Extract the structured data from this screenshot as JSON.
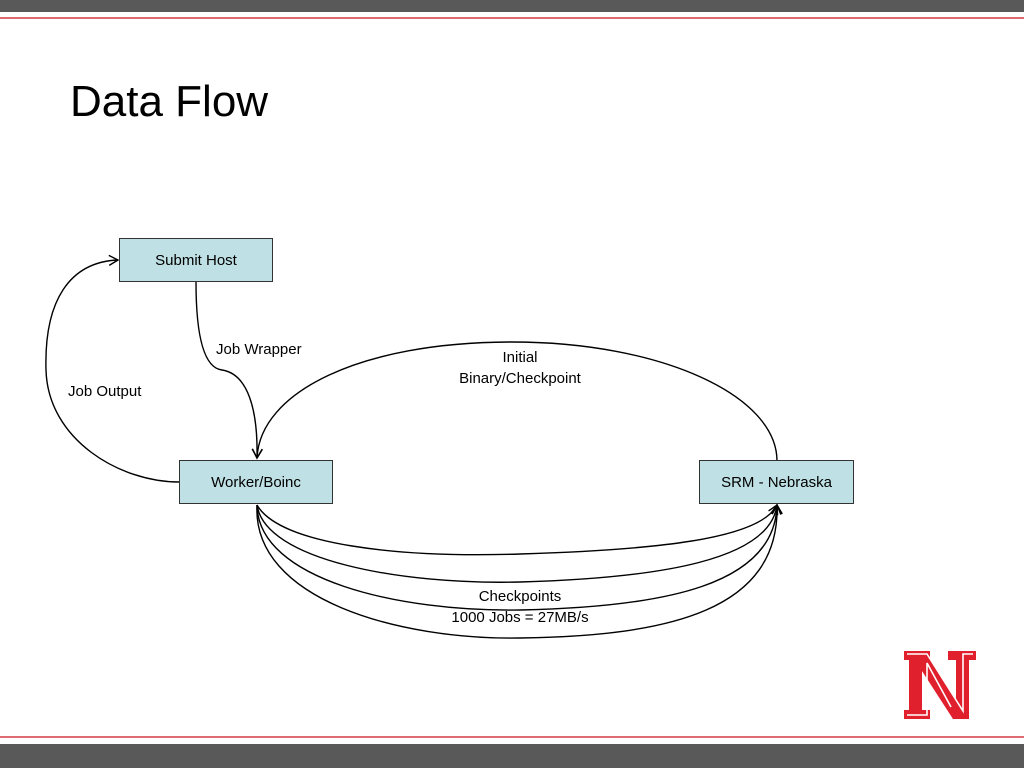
{
  "slide": {
    "title": "Data Flow"
  },
  "nodes": {
    "submit_host": "Submit Host",
    "worker": "Worker/Boinc",
    "srm": "SRM - Nebraska"
  },
  "edges": {
    "job_wrapper": "Job Wrapper",
    "job_output": "Job Output",
    "initial_line1": "Initial",
    "initial_line2": "Binary/Checkpoint",
    "checkpoints_line1": "Checkpoints",
    "checkpoints_line2": "1000 Jobs = 27MB/s"
  },
  "logo": {
    "letter": "N",
    "color": "#e0202c"
  },
  "theme": {
    "bar_color": "#595959",
    "rule_color": "#e06a72",
    "node_fill": "#bfe0e4"
  }
}
